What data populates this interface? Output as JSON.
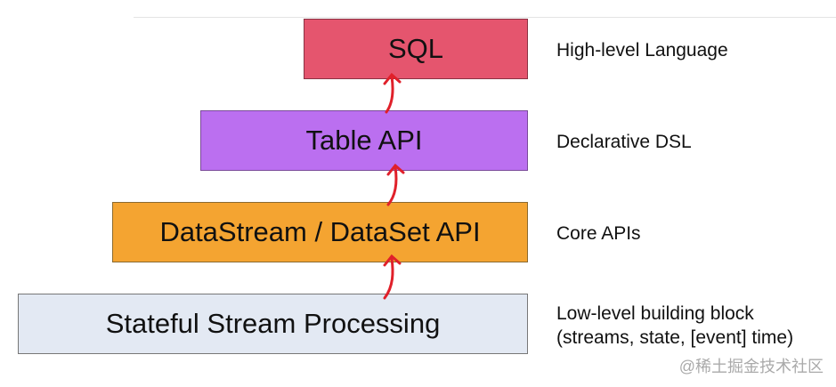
{
  "layers": [
    {
      "name": "SQL",
      "description": "High-level Language",
      "color": "#e5556e",
      "border": "#8a3344"
    },
    {
      "name": "Table API",
      "description": "Declarative DSL",
      "color": "#bb6ff0",
      "border": "#7a4a99"
    },
    {
      "name": "DataStream / DataSet API",
      "description": "Core APIs",
      "color": "#f4a431",
      "border": "#8a6a30"
    },
    {
      "name": "Stateful Stream Processing",
      "description_line1": "Low-level building block",
      "description_line2": "(streams, state, [event] time)",
      "color": "#e3e9f3",
      "border": "#777"
    }
  ],
  "arrow_color": "#e0202a",
  "watermark": "@稀土掘金技术社区"
}
